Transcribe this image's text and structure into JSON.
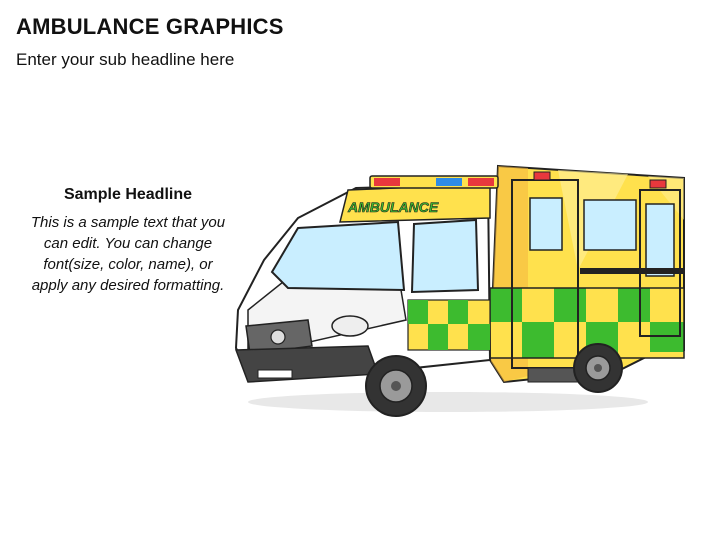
{
  "slide": {
    "title": "AMBULANCE GRAPHICS",
    "subtitle": "Enter your sub headline here"
  },
  "text_block": {
    "headline": "Sample Headline",
    "body": "This is a sample text that you can edit. You can change font(size, color, name), or apply any desired formatting."
  },
  "graphic": {
    "label": "AMBULANCE",
    "colors": {
      "yellow": "#FFE14D",
      "yellow_shade": "#F4B740",
      "green": "#3DBB2F",
      "white": "#FFFFFF",
      "outline": "#222222",
      "glass": "#C9EEFF",
      "tire": "#4A4A4A",
      "red_light": "#E8383D",
      "blue_light": "#2E8BE6"
    }
  }
}
